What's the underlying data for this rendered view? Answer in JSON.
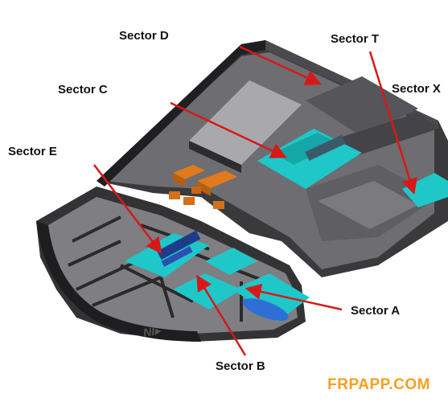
{
  "labels": {
    "sector_d": "Sector D",
    "sector_t": "Sector T",
    "sector_c": "Sector C",
    "sector_x": "Sector X",
    "sector_e": "Sector E",
    "sector_a": "Sector A",
    "sector_b": "Sector B"
  },
  "watermark": "FRPAPP.COM",
  "colors": {
    "wall": "#2e2e30",
    "wall_top": "#5a5a5e",
    "floor": "#8e8e92",
    "highlight": "#1fc7c9",
    "arrow": "#d81818",
    "orange": "#e07a1c",
    "watermark": "#f5a020"
  }
}
